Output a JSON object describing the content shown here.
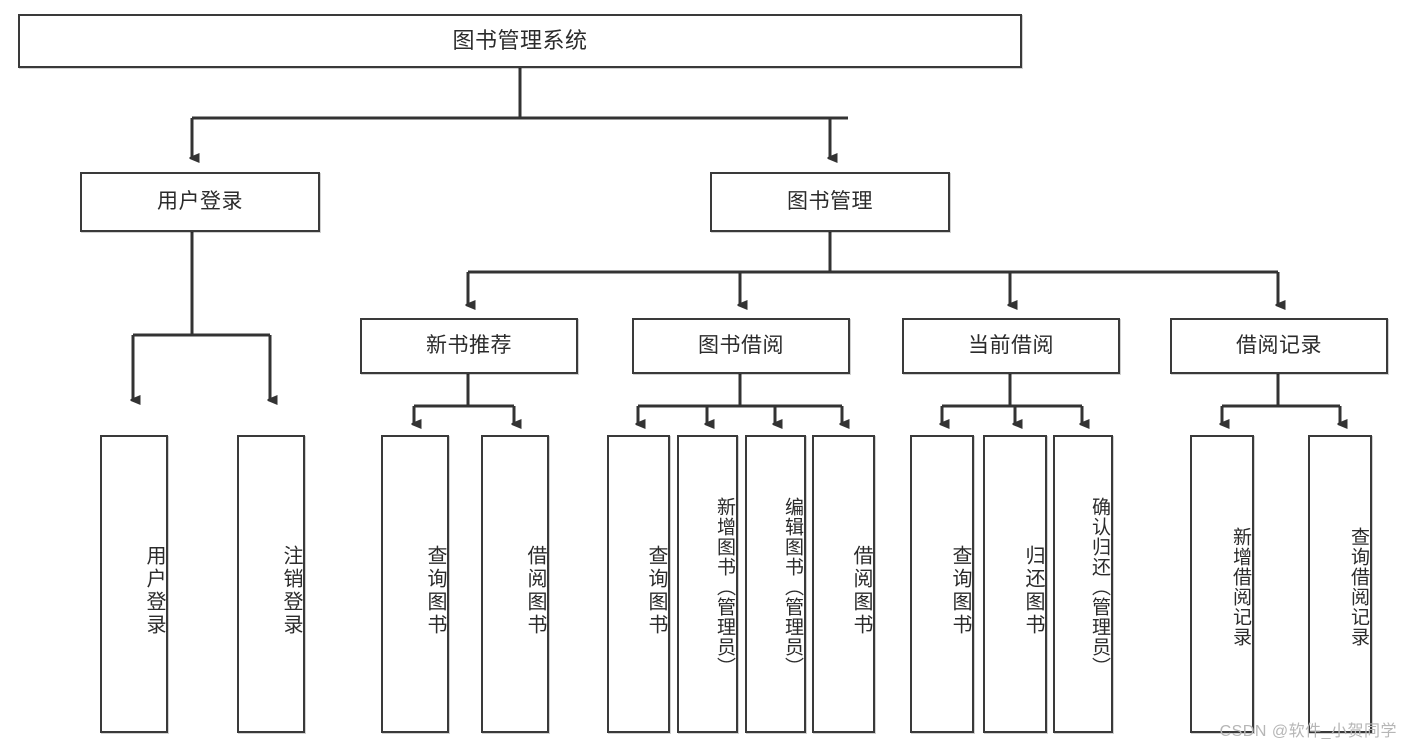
{
  "diagram": {
    "title": "图书管理系统",
    "type": "hierarchy-tree",
    "watermark": "CSDN @软件_小贺同学",
    "colors": {
      "box_border": "#3a3a3a",
      "box_fill": "#ffffff",
      "edge": "#333333",
      "text": "#2b2b2b",
      "watermark": "#b6b6b6"
    },
    "levels": {
      "root": "图书管理系统",
      "level1": [
        "用户登录",
        "图书管理"
      ],
      "level2": [
        "新书推荐",
        "图书借阅",
        "当前借阅",
        "借阅记录"
      ]
    },
    "nodes": {
      "root": {
        "label": "图书管理系统"
      },
      "l1": [
        {
          "label": "用户登录"
        },
        {
          "label": "图书管理"
        }
      ],
      "l2": [
        {
          "label": "新书推荐"
        },
        {
          "label": "图书借阅"
        },
        {
          "label": "当前借阅"
        },
        {
          "label": "借阅记录"
        }
      ],
      "leaves": {
        "user_login": [
          {
            "label": "用户登录"
          },
          {
            "label": "注销登录"
          }
        ],
        "new_book": [
          {
            "label": "查询图书"
          },
          {
            "label": "借阅图书"
          }
        ],
        "book_borrow": [
          {
            "label": "查询图书"
          },
          {
            "label": "新增图书（管理员）"
          },
          {
            "label": "编辑图书（管理员）"
          },
          {
            "label": "借阅图书"
          }
        ],
        "current_borrow": [
          {
            "label": "查询图书"
          },
          {
            "label": "归还图书"
          },
          {
            "label": "确认归还（管理员）"
          }
        ],
        "borrow_record": [
          {
            "label": "新增借阅记录"
          },
          {
            "label": "查询借阅记录"
          }
        ]
      }
    }
  }
}
